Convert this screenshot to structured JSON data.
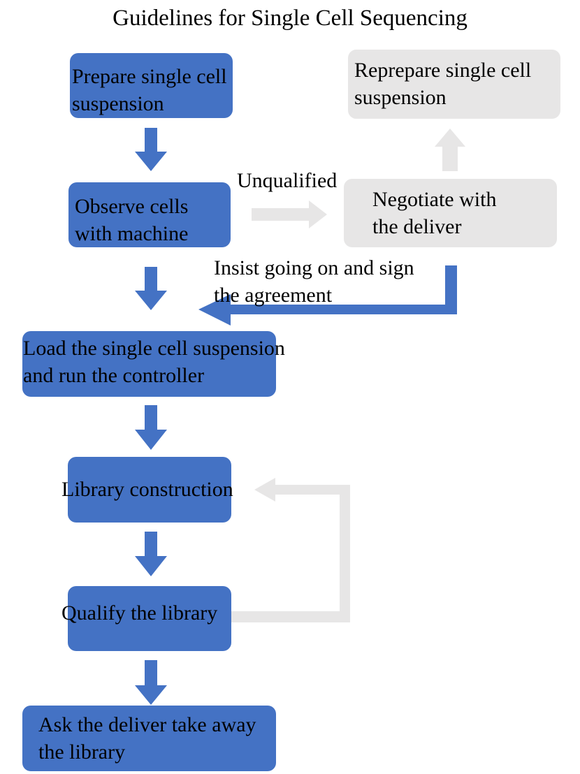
{
  "diagram": {
    "title": "Guidelines for Single Cell Sequencing",
    "colors": {
      "primary_box": "#4472c4",
      "secondary_box": "#e7e6e6",
      "primary_arrow": "#4472c4",
      "secondary_arrow": "#e7e6e6"
    },
    "nodes": {
      "prepare": {
        "line1": "Prepare single cell",
        "line2": "suspension"
      },
      "reprepare": {
        "line1": "Reprepare single cell",
        "line2": "suspension"
      },
      "observe": {
        "line1": "Observe cells",
        "line2": "with machine"
      },
      "negotiate": {
        "line1": "Negotiate with",
        "line2": "the deliver"
      },
      "load": {
        "line1": "Load the single cell suspension",
        "line2": "and run the controller"
      },
      "library_construction": {
        "line1": "Library construction"
      },
      "qualify": {
        "line1": "Qualify the library"
      },
      "ask": {
        "line1": "Ask the deliver take away",
        "line2": "the library"
      }
    },
    "edge_labels": {
      "unqualified": "Unqualified",
      "insist_line1": "Insist going on and sign",
      "insist_line2": "the agreement"
    }
  }
}
